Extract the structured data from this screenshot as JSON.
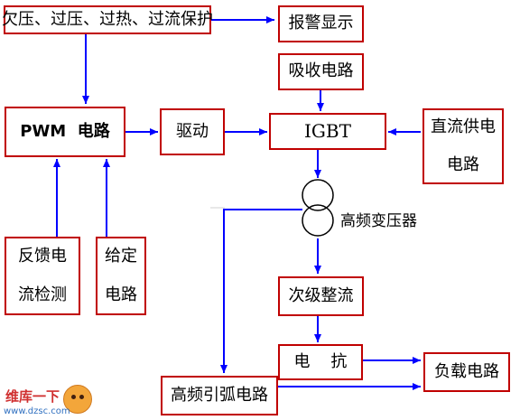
{
  "blocks": {
    "protection": "欠压、过压、过热、过流保护",
    "alarm": "报警显示",
    "absorb": "吸收电路",
    "pwm": "PWM  电路",
    "drive": "驱动",
    "igbt": "IGBT",
    "dc_supply": [
      "直流供电",
      "电路"
    ],
    "transformer": "高频变压器",
    "feedback": [
      "反馈电",
      "流检测"
    ],
    "setpoint": [
      "给定",
      "电路"
    ],
    "secondary_rectifier": "次级整流",
    "reactor": "电    抗",
    "load": "负载电路",
    "hf_arc": "高频引弧电路"
  },
  "colors": {
    "box_border": "#c00000",
    "arrow": "#0000ff",
    "text": "#000000"
  },
  "watermark": {
    "title": "维库一下",
    "url": "www.dzsc.com"
  }
}
